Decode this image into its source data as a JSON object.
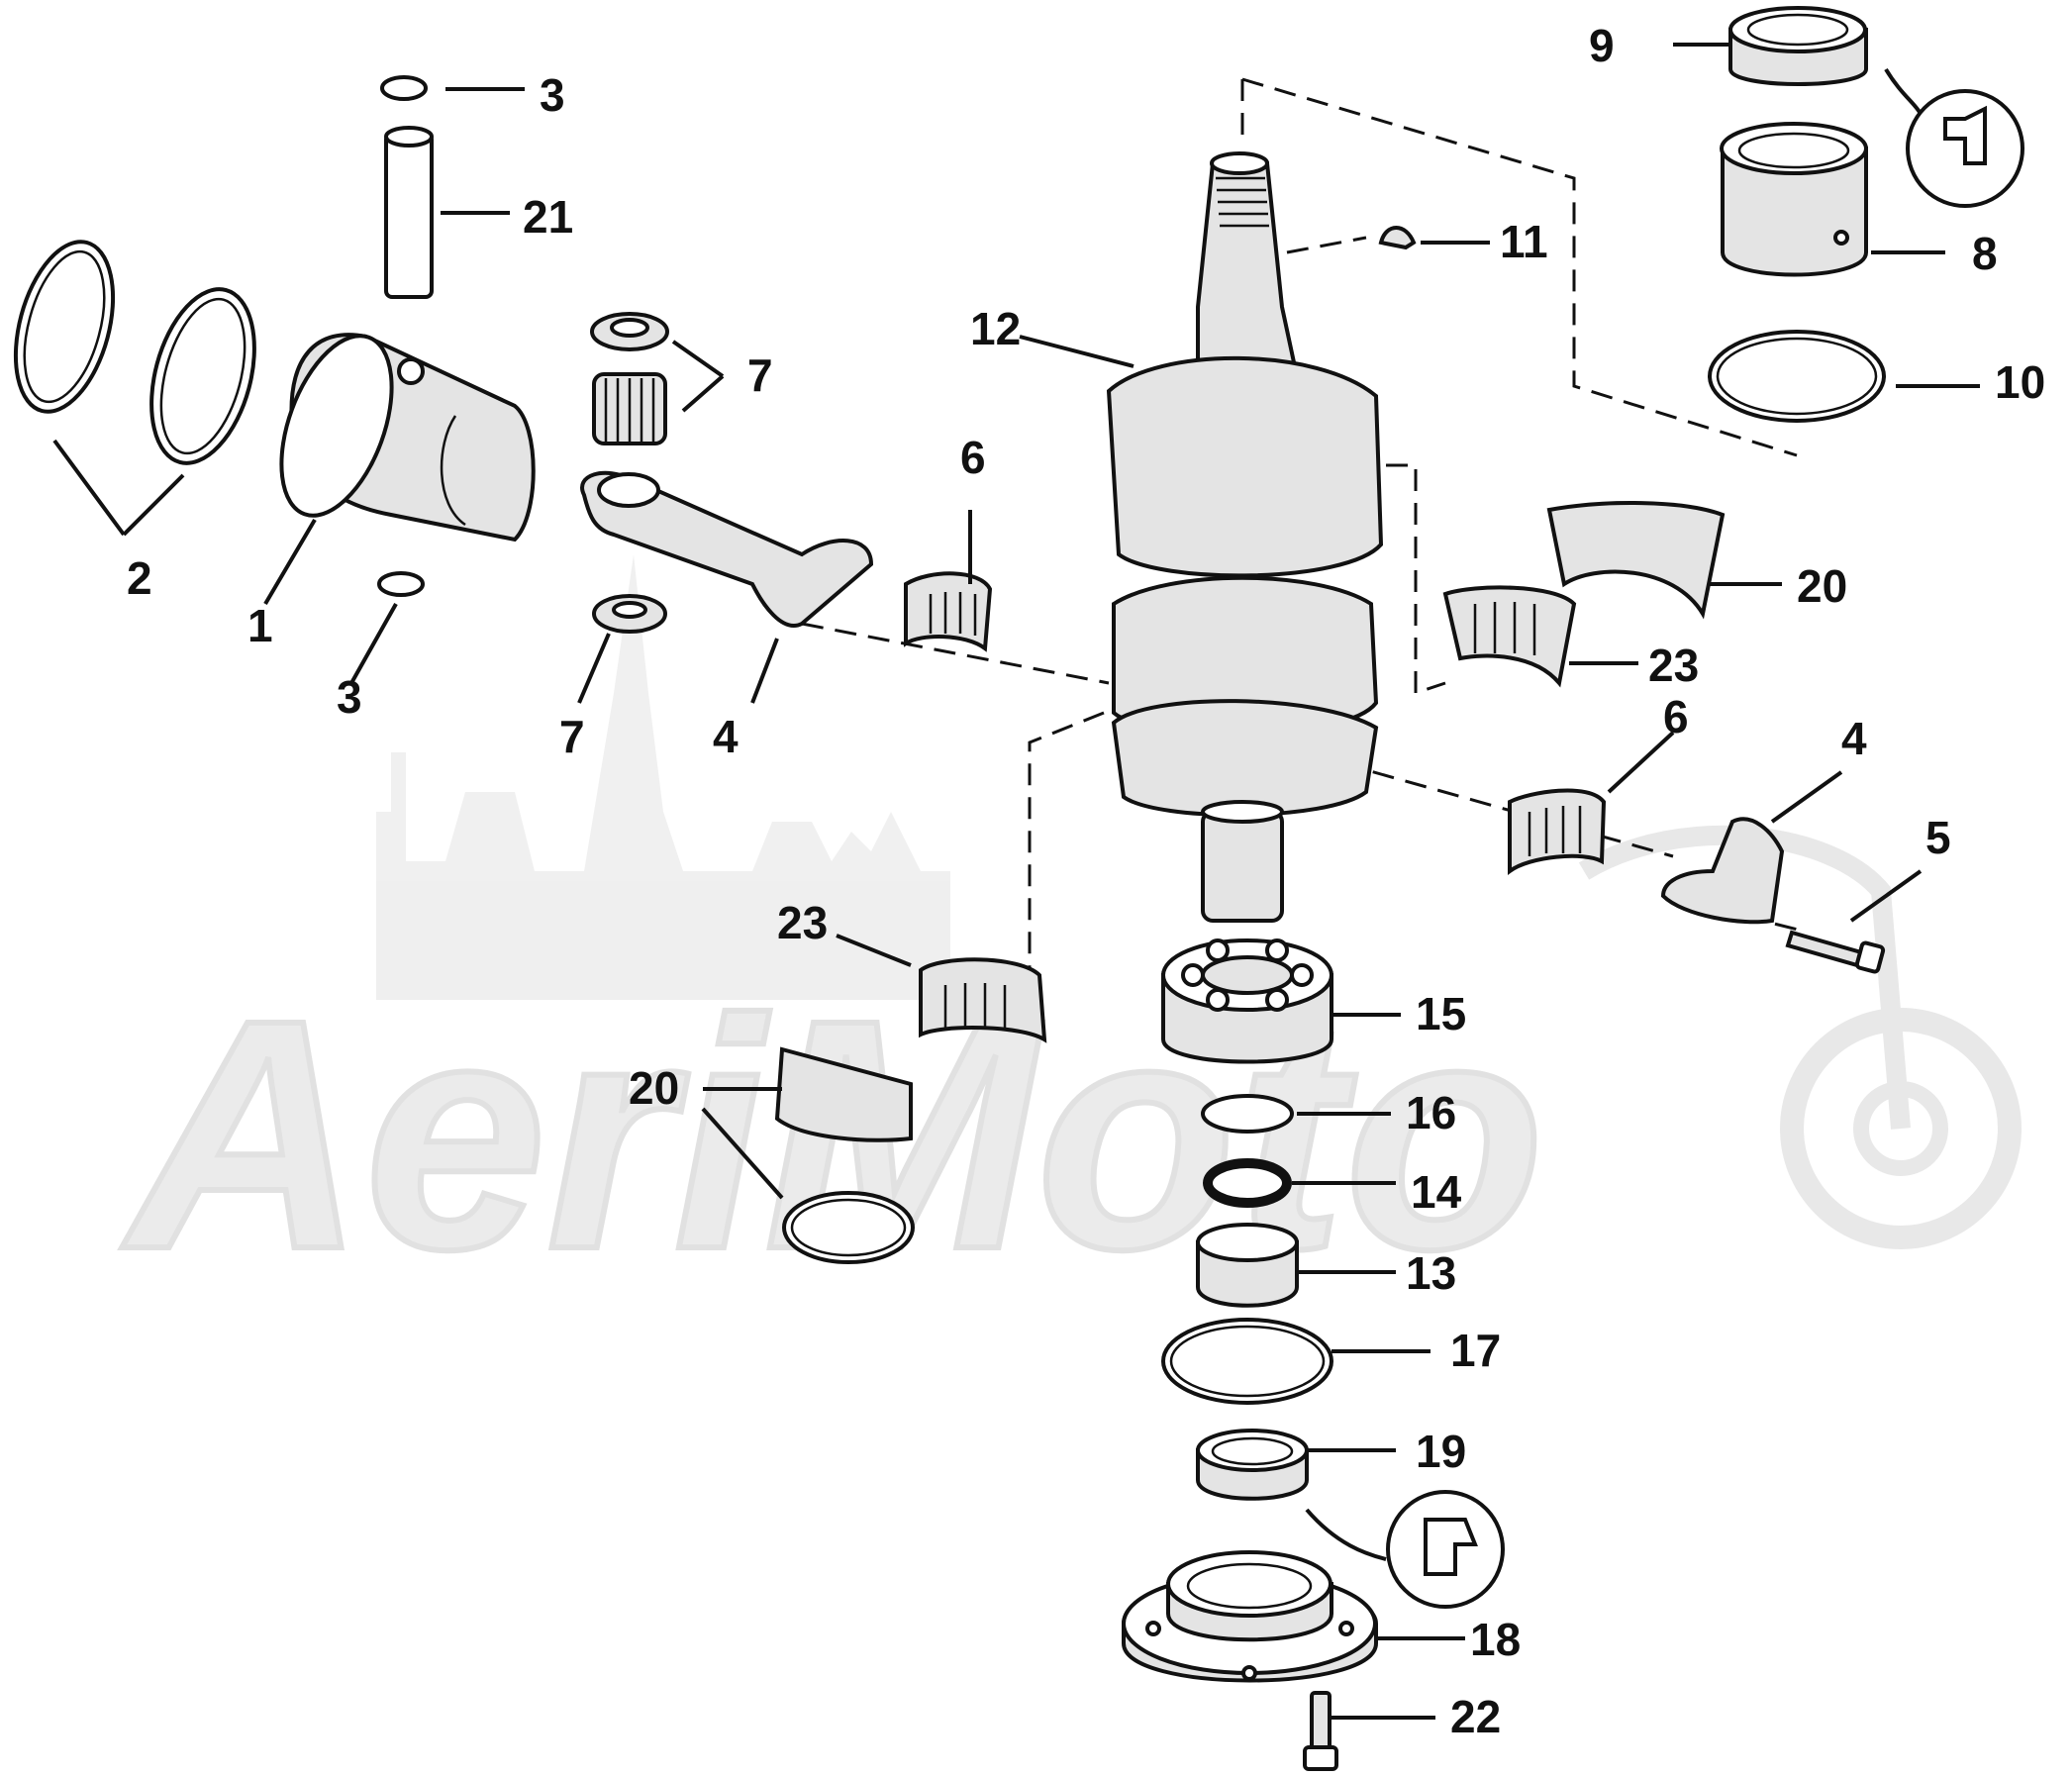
{
  "watermark": {
    "text": "AeriMoto"
  },
  "labels": {
    "l1": "1",
    "l2": "2",
    "l3a": "3",
    "l3b": "3",
    "l4a": "4",
    "l4b": "4",
    "l5": "5",
    "l6a": "6",
    "l6b": "6",
    "l7a": "7",
    "l7b": "7",
    "l8": "8",
    "l9": "9",
    "l10": "10",
    "l11": "11",
    "l12": "12",
    "l13": "13",
    "l14": "14",
    "l15": "15",
    "l16": "16",
    "l17": "17",
    "l18": "18",
    "l19": "19",
    "l20a": "20",
    "l20b": "20",
    "l21": "21",
    "l22": "22",
    "l23a": "23",
    "l23b": "23"
  }
}
